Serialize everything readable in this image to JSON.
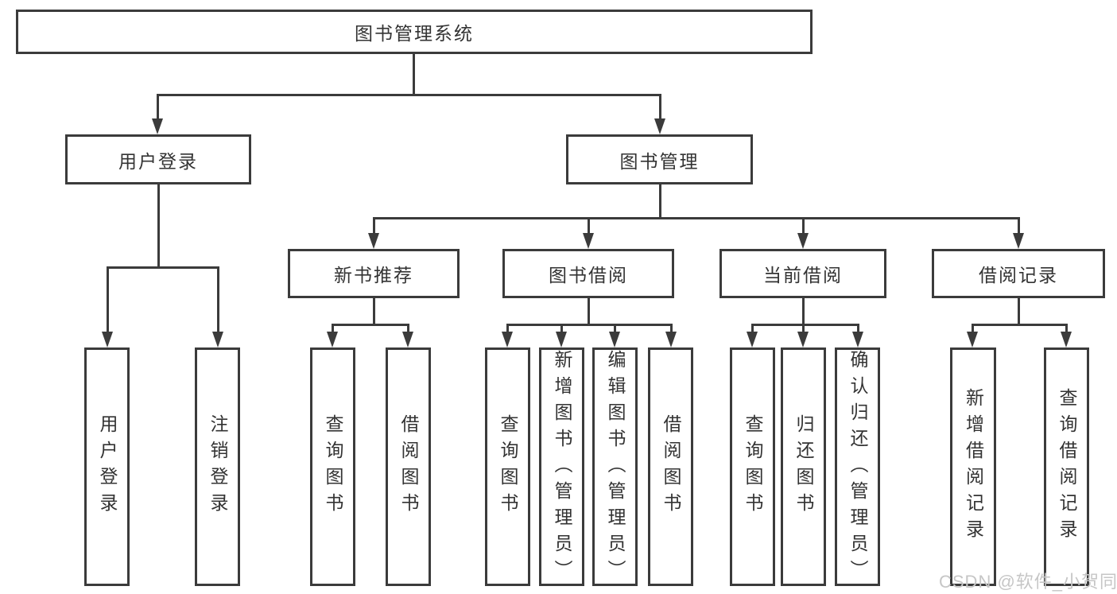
{
  "page": {
    "background_color": "#ffffff",
    "line_color": "#3b3b3b",
    "text_color": "#333333",
    "watermark_color": "#c6c6c6"
  },
  "diagram": {
    "type": "hierarchy-tree",
    "root": "图书管理系统",
    "levels": [
      [
        "用户登录",
        "图书管理"
      ],
      [
        "新书推荐",
        "图书借阅",
        "当前借阅",
        "借阅记录"
      ]
    ]
  },
  "nodes": {
    "root": {
      "label": "图书管理系统"
    },
    "user_login": {
      "label": "用户登录"
    },
    "book_mgmt": {
      "label": "图书管理"
    },
    "new_books": {
      "label": "新书推荐"
    },
    "book_borrow": {
      "label": "图书借阅"
    },
    "current_borrow": {
      "label": "当前借阅"
    },
    "borrow_history": {
      "label": "借阅记录"
    },
    "leaf_user_login": {
      "label": "用户登录"
    },
    "leaf_logout": {
      "label": "注销登录"
    },
    "leaf_nb_query": {
      "label": "查询图书"
    },
    "leaf_nb_borrow": {
      "label": "借阅图书"
    },
    "leaf_bb_query": {
      "label": "查询图书"
    },
    "leaf_bb_add": {
      "label": "新增图书（管理员）"
    },
    "leaf_bb_edit": {
      "label": "编辑图书（管理员）"
    },
    "leaf_bb_borrow": {
      "label": "借阅图书"
    },
    "leaf_cb_query": {
      "label": "查询图书"
    },
    "leaf_cb_return": {
      "label": "归还图书"
    },
    "leaf_cb_confirm": {
      "label": "确认归还（管理员）"
    },
    "leaf_bh_add": {
      "label": "新增借阅记录"
    },
    "leaf_bh_query": {
      "label": "查询借阅记录"
    }
  },
  "watermark": {
    "text": "CSDN @软件_小贺同学"
  }
}
